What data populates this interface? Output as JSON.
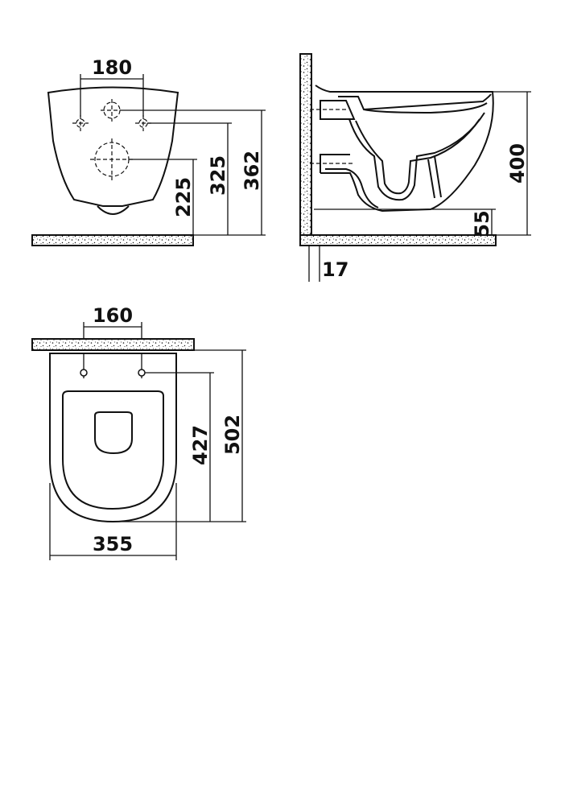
{
  "dimensions": {
    "front_view": {
      "bolt_spacing": "180",
      "height_225": "225",
      "height_325": "325",
      "height_362": "362"
    },
    "side_view": {
      "height_400": "400",
      "offset_55": "55",
      "wall_gap_17": "17"
    },
    "top_view": {
      "bolt_spacing": "160",
      "length_427": "427",
      "length_502": "502",
      "width_355": "355"
    }
  },
  "colors": {
    "ink": "#111111",
    "background": "#ffffff"
  }
}
